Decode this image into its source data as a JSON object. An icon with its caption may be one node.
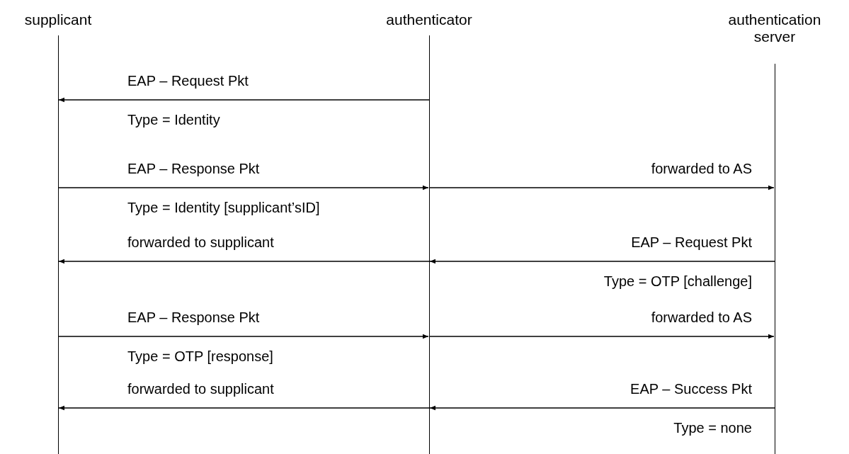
{
  "diagram": {
    "nodes": [
      {
        "text": [
          "supplicant"
        ]
      },
      {
        "text": [
          "authenticator"
        ]
      },
      {
        "text": [
          "authentication server"
        ]
      }
    ],
    "edges": [
      {
        "from": 1,
        "to": 0,
        "arrow": "to",
        "label": "EAP – Request Pkt"
      },
      {
        "from": 0,
        "to": 1,
        "arrow": "to",
        "label": "EAP – Response Pkt"
      },
      {
        "from": 1,
        "to": 2,
        "arrow": "to",
        "label": "forwarded to AS"
      },
      {
        "from": 2,
        "to": 1,
        "arrow": "to",
        "label": "EAP – Request Pkt"
      },
      {
        "from": 1,
        "to": 0,
        "arrow": "to",
        "label": "forwarded to supplicant"
      },
      {
        "from": 0,
        "to": 1,
        "arrow": "to",
        "label": "EAP – Response Pkt"
      },
      {
        "from": 1,
        "to": 2,
        "arrow": "to",
        "label": "forwarded to AS"
      },
      {
        "from": 2,
        "to": 1,
        "arrow": "to",
        "label": "EAP – Success Pkt"
      },
      {
        "from": 1,
        "to": 0,
        "arrow": "to",
        "label": "forwarded to supplicant"
      }
    ],
    "labels": [
      "Type = Identity",
      "Type = Identity [supplicant’sID]",
      "Type = OTP [challenge]",
      "Type = OTP [response]",
      "Type = none"
    ]
  }
}
